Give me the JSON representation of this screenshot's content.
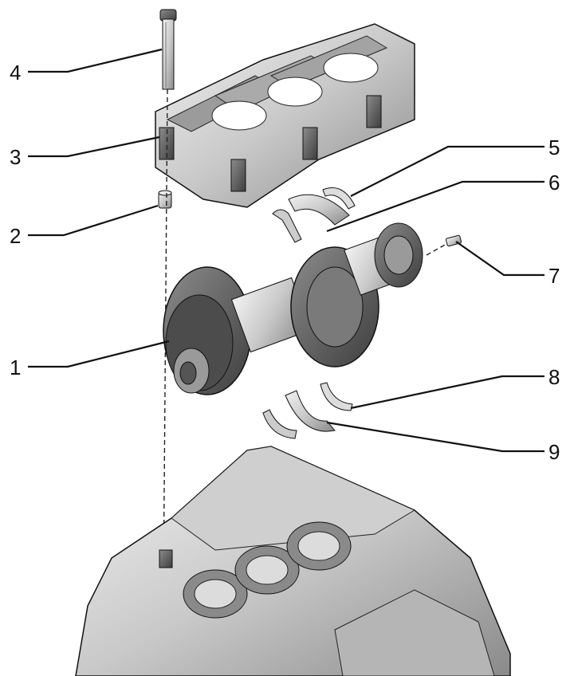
{
  "callouts": [
    {
      "id": "c1",
      "label": "1"
    },
    {
      "id": "c2",
      "label": "2"
    },
    {
      "id": "c3",
      "label": "3"
    },
    {
      "id": "c4",
      "label": "4"
    },
    {
      "id": "c5",
      "label": "5"
    },
    {
      "id": "c6",
      "label": "6"
    },
    {
      "id": "c7",
      "label": "7"
    },
    {
      "id": "c8",
      "label": "8"
    },
    {
      "id": "c9",
      "label": "9"
    }
  ],
  "colors": {
    "part_light": "#e4e4e4",
    "part_mid": "#b8b8b8",
    "part_dark": "#6a6a6a",
    "outline": "#1a1a1a"
  }
}
